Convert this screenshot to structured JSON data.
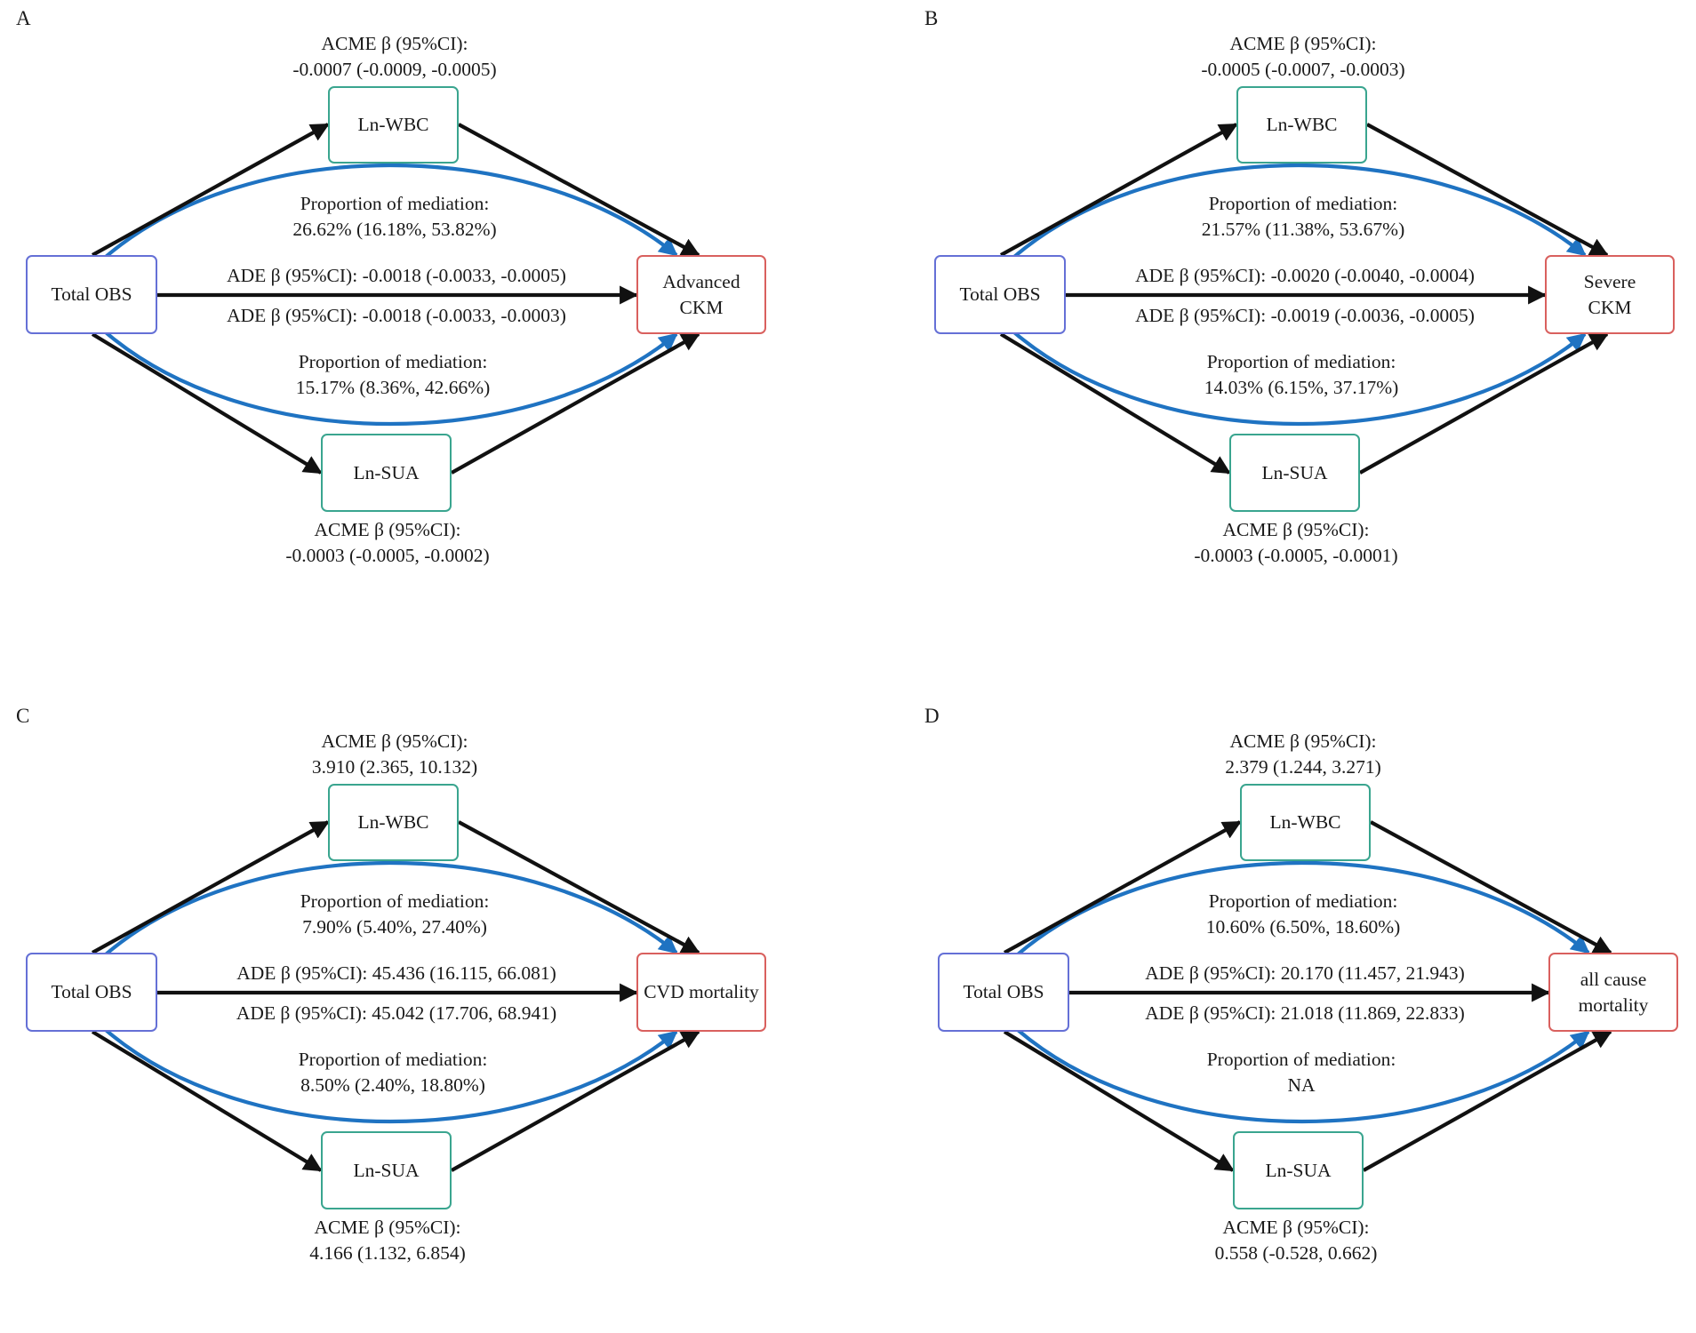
{
  "panels": [
    {
      "letter": "A",
      "exposure": "Total OBS",
      "outcome": [
        "Advanced",
        "CKM"
      ],
      "wbc": {
        "name": "Ln-WBC",
        "acme_label": "ACME β (95%CI):",
        "acme_value": "-0.0007 (-0.0009, -0.0005)",
        "pm_label": "Proportion of mediation:",
        "pm_value": "26.62% (16.18%, 53.82%)",
        "ade": "ADE β (95%CI): -0.0018 (-0.0033, -0.0005)"
      },
      "sua": {
        "name": "Ln-SUA",
        "acme_label": "ACME β (95%CI):",
        "acme_value": "-0.0003 (-0.0005, -0.0002)",
        "pm_label": "Proportion of mediation:",
        "pm_value": "15.17% (8.36%, 42.66%)",
        "ade": "ADE β (95%CI): -0.0018 (-0.0033, -0.0003)"
      }
    },
    {
      "letter": "B",
      "exposure": "Total OBS",
      "outcome": [
        "Severe",
        "CKM"
      ],
      "wbc": {
        "name": "Ln-WBC",
        "acme_label": "ACME β (95%CI):",
        "acme_value": "-0.0005 (-0.0007, -0.0003)",
        "pm_label": "Proportion of mediation:",
        "pm_value": "21.57% (11.38%, 53.67%)",
        "ade": "ADE β (95%CI): -0.0020 (-0.0040, -0.0004)"
      },
      "sua": {
        "name": "Ln-SUA",
        "acme_label": "ACME β (95%CI):",
        "acme_value": "-0.0003 (-0.0005, -0.0001)",
        "pm_label": "Proportion of mediation:",
        "pm_value": "14.03% (6.15%, 37.17%)",
        "ade": "ADE β (95%CI): -0.0019 (-0.0036, -0.0005)"
      }
    },
    {
      "letter": "C",
      "exposure": "Total OBS",
      "outcome": [
        "CVD mortality"
      ],
      "wbc": {
        "name": "Ln-WBC",
        "acme_label": "ACME β (95%CI):",
        "acme_value": "3.910 (2.365, 10.132)",
        "pm_label": "Proportion of mediation:",
        "pm_value": "7.90% (5.40%, 27.40%)",
        "ade": "ADE β (95%CI): 45.436 (16.115, 66.081)"
      },
      "sua": {
        "name": "Ln-SUA",
        "acme_label": "ACME β (95%CI):",
        "acme_value": "4.166 (1.132, 6.854)",
        "pm_label": "Proportion of mediation:",
        "pm_value": "8.50% (2.40%, 18.80%)",
        "ade": "ADE β (95%CI): 45.042 (17.706, 68.941)"
      }
    },
    {
      "letter": "D",
      "exposure": "Total OBS",
      "outcome": [
        "all cause",
        "mortality"
      ],
      "wbc": {
        "name": "Ln-WBC",
        "acme_label": "ACME β (95%CI):",
        "acme_value": "2.379 (1.244, 3.271)",
        "pm_label": "Proportion of mediation:",
        "pm_value": "10.60% (6.50%, 18.60%)",
        "ade": "ADE β (95%CI): 20.170 (11.457, 21.943)"
      },
      "sua": {
        "name": "Ln-SUA",
        "acme_label": "ACME β (95%CI):",
        "acme_value": "0.558 (-0.528, 0.662)",
        "pm_label": "Proportion of mediation:",
        "pm_value": "NA",
        "ade": "ADE β (95%CI): 21.018 (11.869, 22.833)"
      }
    }
  ],
  "colors": {
    "exposure_border": "#6570d6",
    "mediator_border": "#3aa58f",
    "outcome_border": "#d9605e",
    "direct_arrow": "#111111",
    "mediation_arc": "#1f73c2"
  }
}
